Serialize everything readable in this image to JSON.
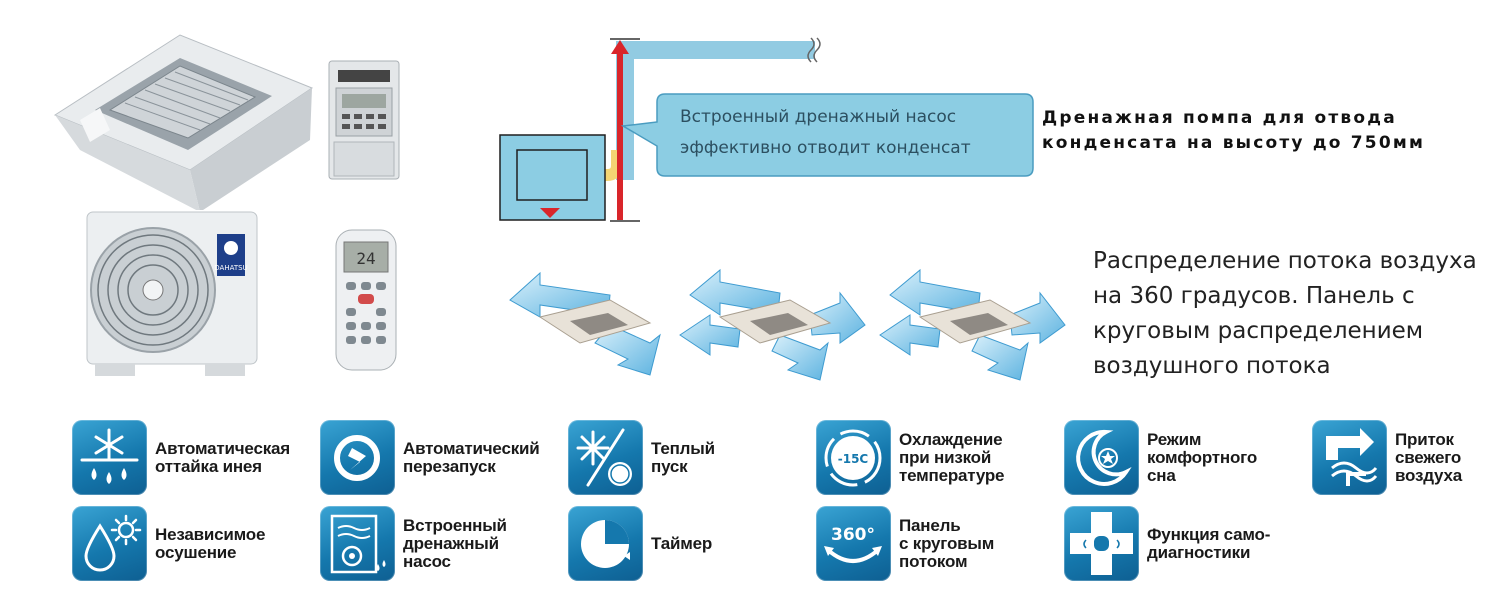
{
  "products": {
    "cassette_unit": "cassette-indoor-unit",
    "wired_controller": "wired-controller",
    "outdoor_unit": "outdoor-unit",
    "outdoor_brand": "DAHATSU",
    "remote": "remote-control",
    "remote_display": "24"
  },
  "pump_diagram": {
    "bubble_lines": [
      "Встроенный дренажный насос",
      "эффективно отводит конденсат"
    ],
    "caption_lines": [
      "Дренажная помпа для отвода",
      "конденсата на высоту до 750мм"
    ]
  },
  "airflow": {
    "caption_lines": [
      "Распределение потока воздуха",
      "на 360 градусов. Панель с",
      "круговым распределением",
      "воздушного потока"
    ]
  },
  "features": [
    {
      "icon": "snowflake-drops-icon",
      "lines": [
        "Автоматическая",
        "оттайка инея"
      ]
    },
    {
      "icon": "power-restart-icon",
      "lines": [
        "Автоматический",
        "перезапуск"
      ]
    },
    {
      "icon": "snowflake-thermometer-icon",
      "lines": [
        "Теплый",
        "пуск"
      ]
    },
    {
      "icon": "low-temp-cooling-icon",
      "lines": [
        "Охлаждение",
        "при низкой",
        "температуре"
      ],
      "badge": "-15C"
    },
    {
      "icon": "moon-star-icon",
      "lines": [
        "Режим",
        "комфортного",
        "сна"
      ]
    },
    {
      "icon": "fresh-air-icon",
      "lines": [
        "Приток",
        "свежего",
        "воздуха"
      ]
    },
    {
      "icon": "drop-sun-icon",
      "lines": [
        "Независимое",
        "осушение"
      ]
    },
    {
      "icon": "drain-pump-icon",
      "lines": [
        "Встроенный",
        "дренажный",
        "насос"
      ]
    },
    {
      "icon": "timer-icon",
      "lines": [
        "Таймер"
      ]
    },
    {
      "icon": "panel-360-icon",
      "lines": [
        "Панель",
        "с круговым",
        "потоком"
      ],
      "badge": "360°"
    },
    {
      "icon": "self-diagnostics-icon",
      "lines": [
        "Функция само-",
        "диагностики"
      ]
    }
  ],
  "colors": {
    "icon_blue": "#1578ad",
    "bubble_fill": "#8ccde3",
    "arrow_red": "#d9252a",
    "pipe_yellow": "#f4d573"
  }
}
